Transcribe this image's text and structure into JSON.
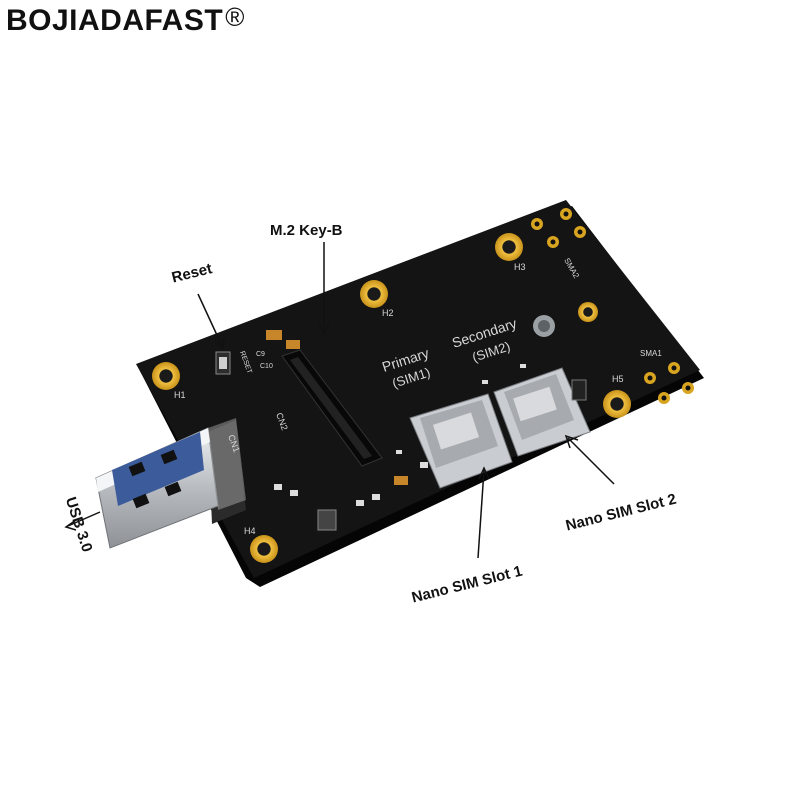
{
  "brand": {
    "name": "BOJIADAFAST",
    "registered_mark": "®"
  },
  "callouts": {
    "m2": "M.2 Key-B",
    "reset": "Reset",
    "usb": "USB 3.0",
    "sim1": "Nano SIM Slot 1",
    "sim2": "Nano SIM Slot 2"
  },
  "board_labels": {
    "h1": "H1",
    "h2": "H2",
    "h3": "H3",
    "h4": "H4",
    "h5": "H5",
    "primary": "Primary",
    "primary_sim": "(SIM1)",
    "secondary": "Secondary",
    "secondary_sim": "(SIM2)",
    "sma1": "SMA1",
    "sma2": "SMA2",
    "cn1": "CN1",
    "cn2": "CN2",
    "reset_silk": "RESET",
    "c9": "C9",
    "c10": "C10"
  },
  "colors": {
    "pcb": "#141414",
    "pad_gold": "#d9a520",
    "silk": "#d8d8d8",
    "usb_metal": "#c8ccd0"
  }
}
